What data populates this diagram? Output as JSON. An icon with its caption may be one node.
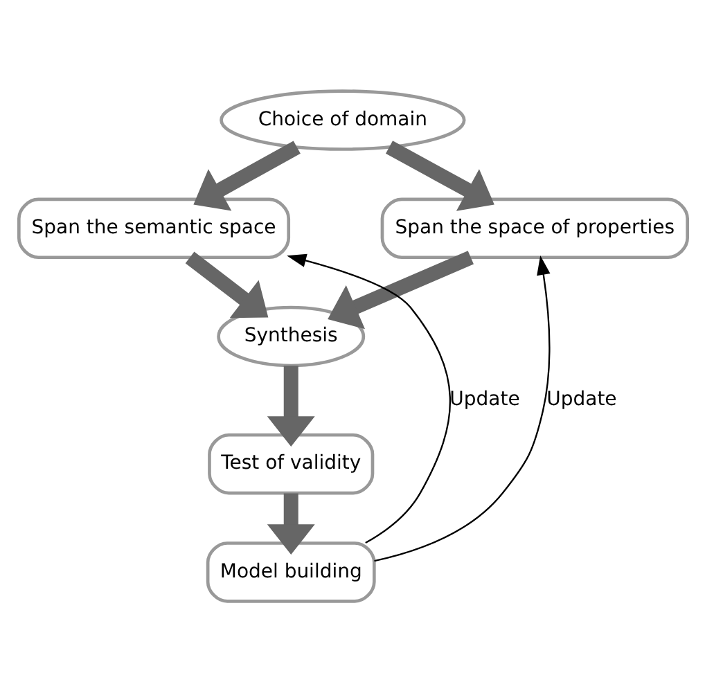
{
  "diagram": {
    "nodes": [
      {
        "text": [
          "Choice of domain"
        ]
      },
      {
        "text": [
          "Span the semantic space"
        ]
      },
      {
        "text": [
          "Span the space of properties"
        ]
      },
      {
        "text": [
          "Synthesis"
        ]
      },
      {
        "text": [
          "Test of validity"
        ]
      },
      {
        "text": [
          "Model building"
        ]
      }
    ],
    "edges": [
      {
        "from": 0,
        "to": 1,
        "arrow": "to"
      },
      {
        "from": 0,
        "to": 2,
        "arrow": "to"
      },
      {
        "from": 1,
        "to": 3,
        "arrow": "to"
      },
      {
        "from": 2,
        "to": 3,
        "arrow": "to"
      },
      {
        "from": 3,
        "to": 4,
        "arrow": "to"
      },
      {
        "from": 4,
        "to": 5,
        "arrow": "to"
      },
      {
        "from": 5,
        "to": 1,
        "arrow": "to",
        "label": "Update",
        "color": "#000000"
      },
      {
        "from": 5,
        "to": 2,
        "arrow": "to",
        "label": "Update",
        "color": "#000000"
      }
    ]
  }
}
